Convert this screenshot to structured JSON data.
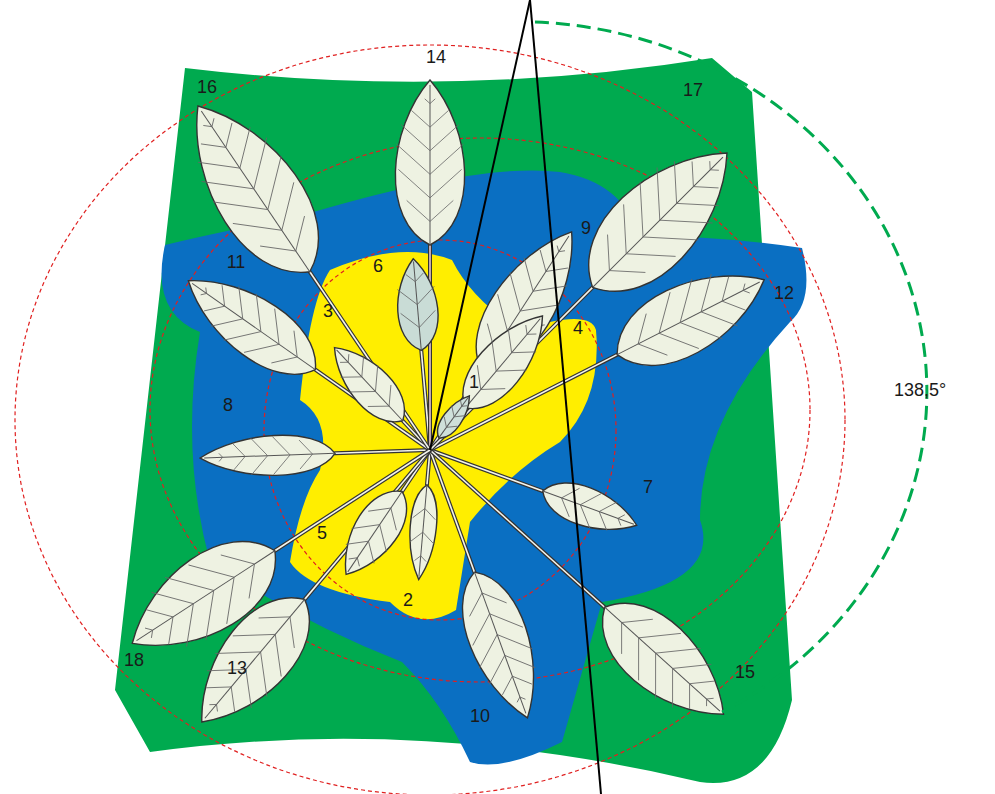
{
  "diagram": {
    "labels": [
      "1",
      "2",
      "3",
      "4",
      "5",
      "6",
      "7",
      "8",
      "9",
      "10",
      "11",
      "12",
      "13",
      "14",
      "15",
      "16",
      "17",
      "18",
      "138,5°"
    ]
  }
}
